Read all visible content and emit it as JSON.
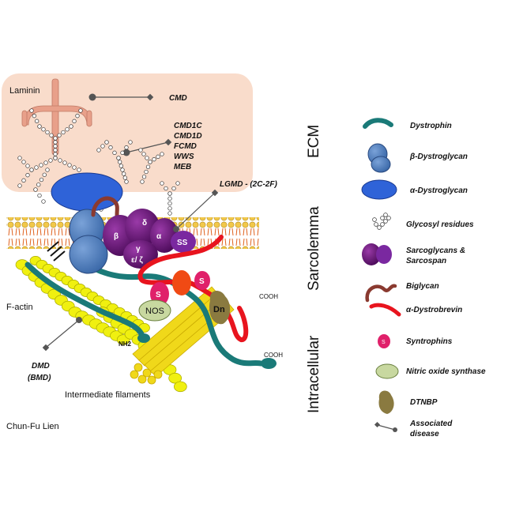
{
  "diagram": {
    "labels": {
      "laminin": "Laminin",
      "cmd": "CMD",
      "cmd_group": [
        "CMD1C",
        "CMD1D",
        "FCMD",
        "WWS",
        "MEB"
      ],
      "lgmd": "LGMD - (2C-2F)",
      "f_actin": "F-actin",
      "dmd": "DMD",
      "bmd": "(BMD)",
      "nh2": "NH2",
      "cooh1": "COOH",
      "cooh2": "COOH",
      "intermediate": "Intermediate   filaments",
      "author": "Chun-Fu  Lien",
      "beta": "β",
      "gamma": "γ",
      "delta": "δ",
      "alpha": "α",
      "eps_zeta": "ε/ ζ",
      "ss": "SS",
      "s1": "S",
      "s2": "S",
      "nos": "NOS",
      "dn": "Dn"
    },
    "regions": {
      "ecm": "ECM",
      "sarcolemma": "Sarcolemma",
      "intracellular": "Intracellular"
    },
    "legend": [
      {
        "icon": "dystrophin-icon",
        "label": "Dystrophin"
      },
      {
        "icon": "beta-dystroglycan-icon",
        "label": "β-Dystroglycan"
      },
      {
        "icon": "alpha-dystroglycan-icon",
        "label": "α-Dystroglycan"
      },
      {
        "icon": "glycosyl-icon",
        "label": "Glycosyl residues"
      },
      {
        "icon": "sarcoglycan-icon",
        "label": "Sarcoglycans &",
        "label2": "Sarcospan"
      },
      {
        "icon": "biglycan-icon",
        "label": "Biglycan"
      },
      {
        "icon": "dystrobrevin-icon",
        "label": "α-Dystrobrevin"
      },
      {
        "icon": "syntrophin-icon",
        "label": "Syntrophins"
      },
      {
        "icon": "nos-icon",
        "label": "Nitric oxide synthase"
      },
      {
        "icon": "dtnbp-icon",
        "label": "DTNBP"
      },
      {
        "icon": "disease-icon",
        "label": "Associated",
        "label2": "disease"
      }
    ],
    "colors": {
      "ecm_bg": "#f9dccb",
      "laminin": "#e8a08a",
      "dystrophin": "#1a7a78",
      "beta_dg": "#4a78b8",
      "alpha_dg": "#2f63d8",
      "sarcoglycan": "#6a1470",
      "dystrobrevin": "#e8141e",
      "syntrophin": "#e0206a",
      "nos": "#c8d8a0",
      "dtnbp": "#8a7a40",
      "actin": "#f0f010",
      "membrane": "#f2c84a",
      "biglycan": "#8a3a30"
    }
  }
}
